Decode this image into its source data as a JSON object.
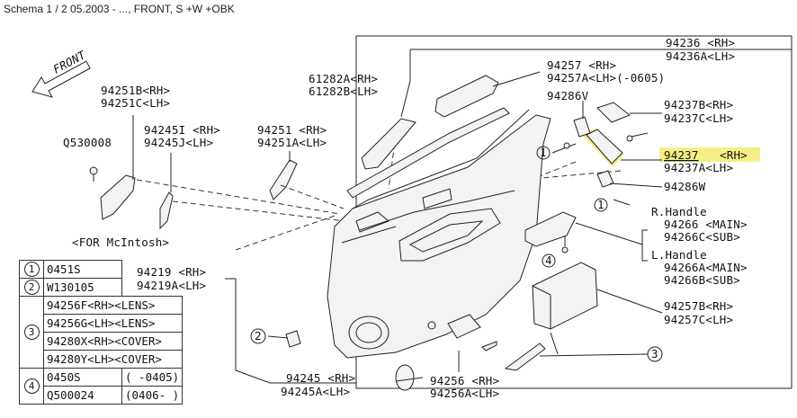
{
  "header": {
    "title": "Schema 1 / 2 05.2003 - ..., FRONT, S +W +OBK"
  },
  "front_indicator": "FRONT",
  "labels": {
    "p94236": "94236 <RH>",
    "p94236a": "94236A<LH>",
    "p94257": "94257 <RH>",
    "p94257a": "94257A<LH>(-0605)",
    "p61282a": "61282A<RH>",
    "p61282b": "61282B<LH>",
    "p94286v": "94286V",
    "p94237b": "94237B<RH>",
    "p94237c": "94237C<LH>",
    "p94237": "94237",
    "p94237_rh": "<RH>",
    "p94237a": "94237A<LH>",
    "p94286w": "94286W",
    "p94251b": "94251B<RH>",
    "p94251c": "94251C<LH>",
    "p94245i": "94245I <RH>",
    "p94245j": "94245J<LH>",
    "p94251": "94251 <RH>",
    "p94251a": "94251A<LH>",
    "q530008": "Q530008",
    "mcintosh": "<FOR McIntosh>",
    "r_handle": "R.Handle",
    "p94266_main": "94266 <MAIN>",
    "p94266c_sub": "94266C<SUB>",
    "l_handle": "L.Handle",
    "p94266a_main": "94266A<MAIN>",
    "p94266b_sub": "94266B<SUB>",
    "p94219": "94219 <RH>",
    "p94219a": "94219A<LH>",
    "p94257b": "94257B<RH>",
    "p94257c": "94257C<LH>",
    "p94245": "94245 <RH>",
    "p94245a": "94245A<LH>",
    "p94256": "94256 <RH>",
    "p94256a": "94256A<LH>",
    "callout_1": "1",
    "callout_2": "2",
    "callout_3": "3",
    "callout_4": "4"
  },
  "legend": {
    "rows": [
      {
        "num": "1",
        "code": "0451S",
        "note": ""
      },
      {
        "num": "2",
        "code": "W130105",
        "note": ""
      },
      {
        "num": "3",
        "code": "94256F<RH><LENS>",
        "note": ""
      },
      {
        "num": "",
        "code": "94256G<LH><LENS>",
        "note": ""
      },
      {
        "num": "",
        "code": "94280X<RH><COVER>",
        "note": ""
      },
      {
        "num": "",
        "code": "94280Y<LH><COVER>",
        "note": ""
      },
      {
        "num": "4",
        "code": "0450S",
        "note": "(  -0405)"
      },
      {
        "num": "",
        "code": "Q500024",
        "note": "(0406-  )"
      }
    ]
  }
}
